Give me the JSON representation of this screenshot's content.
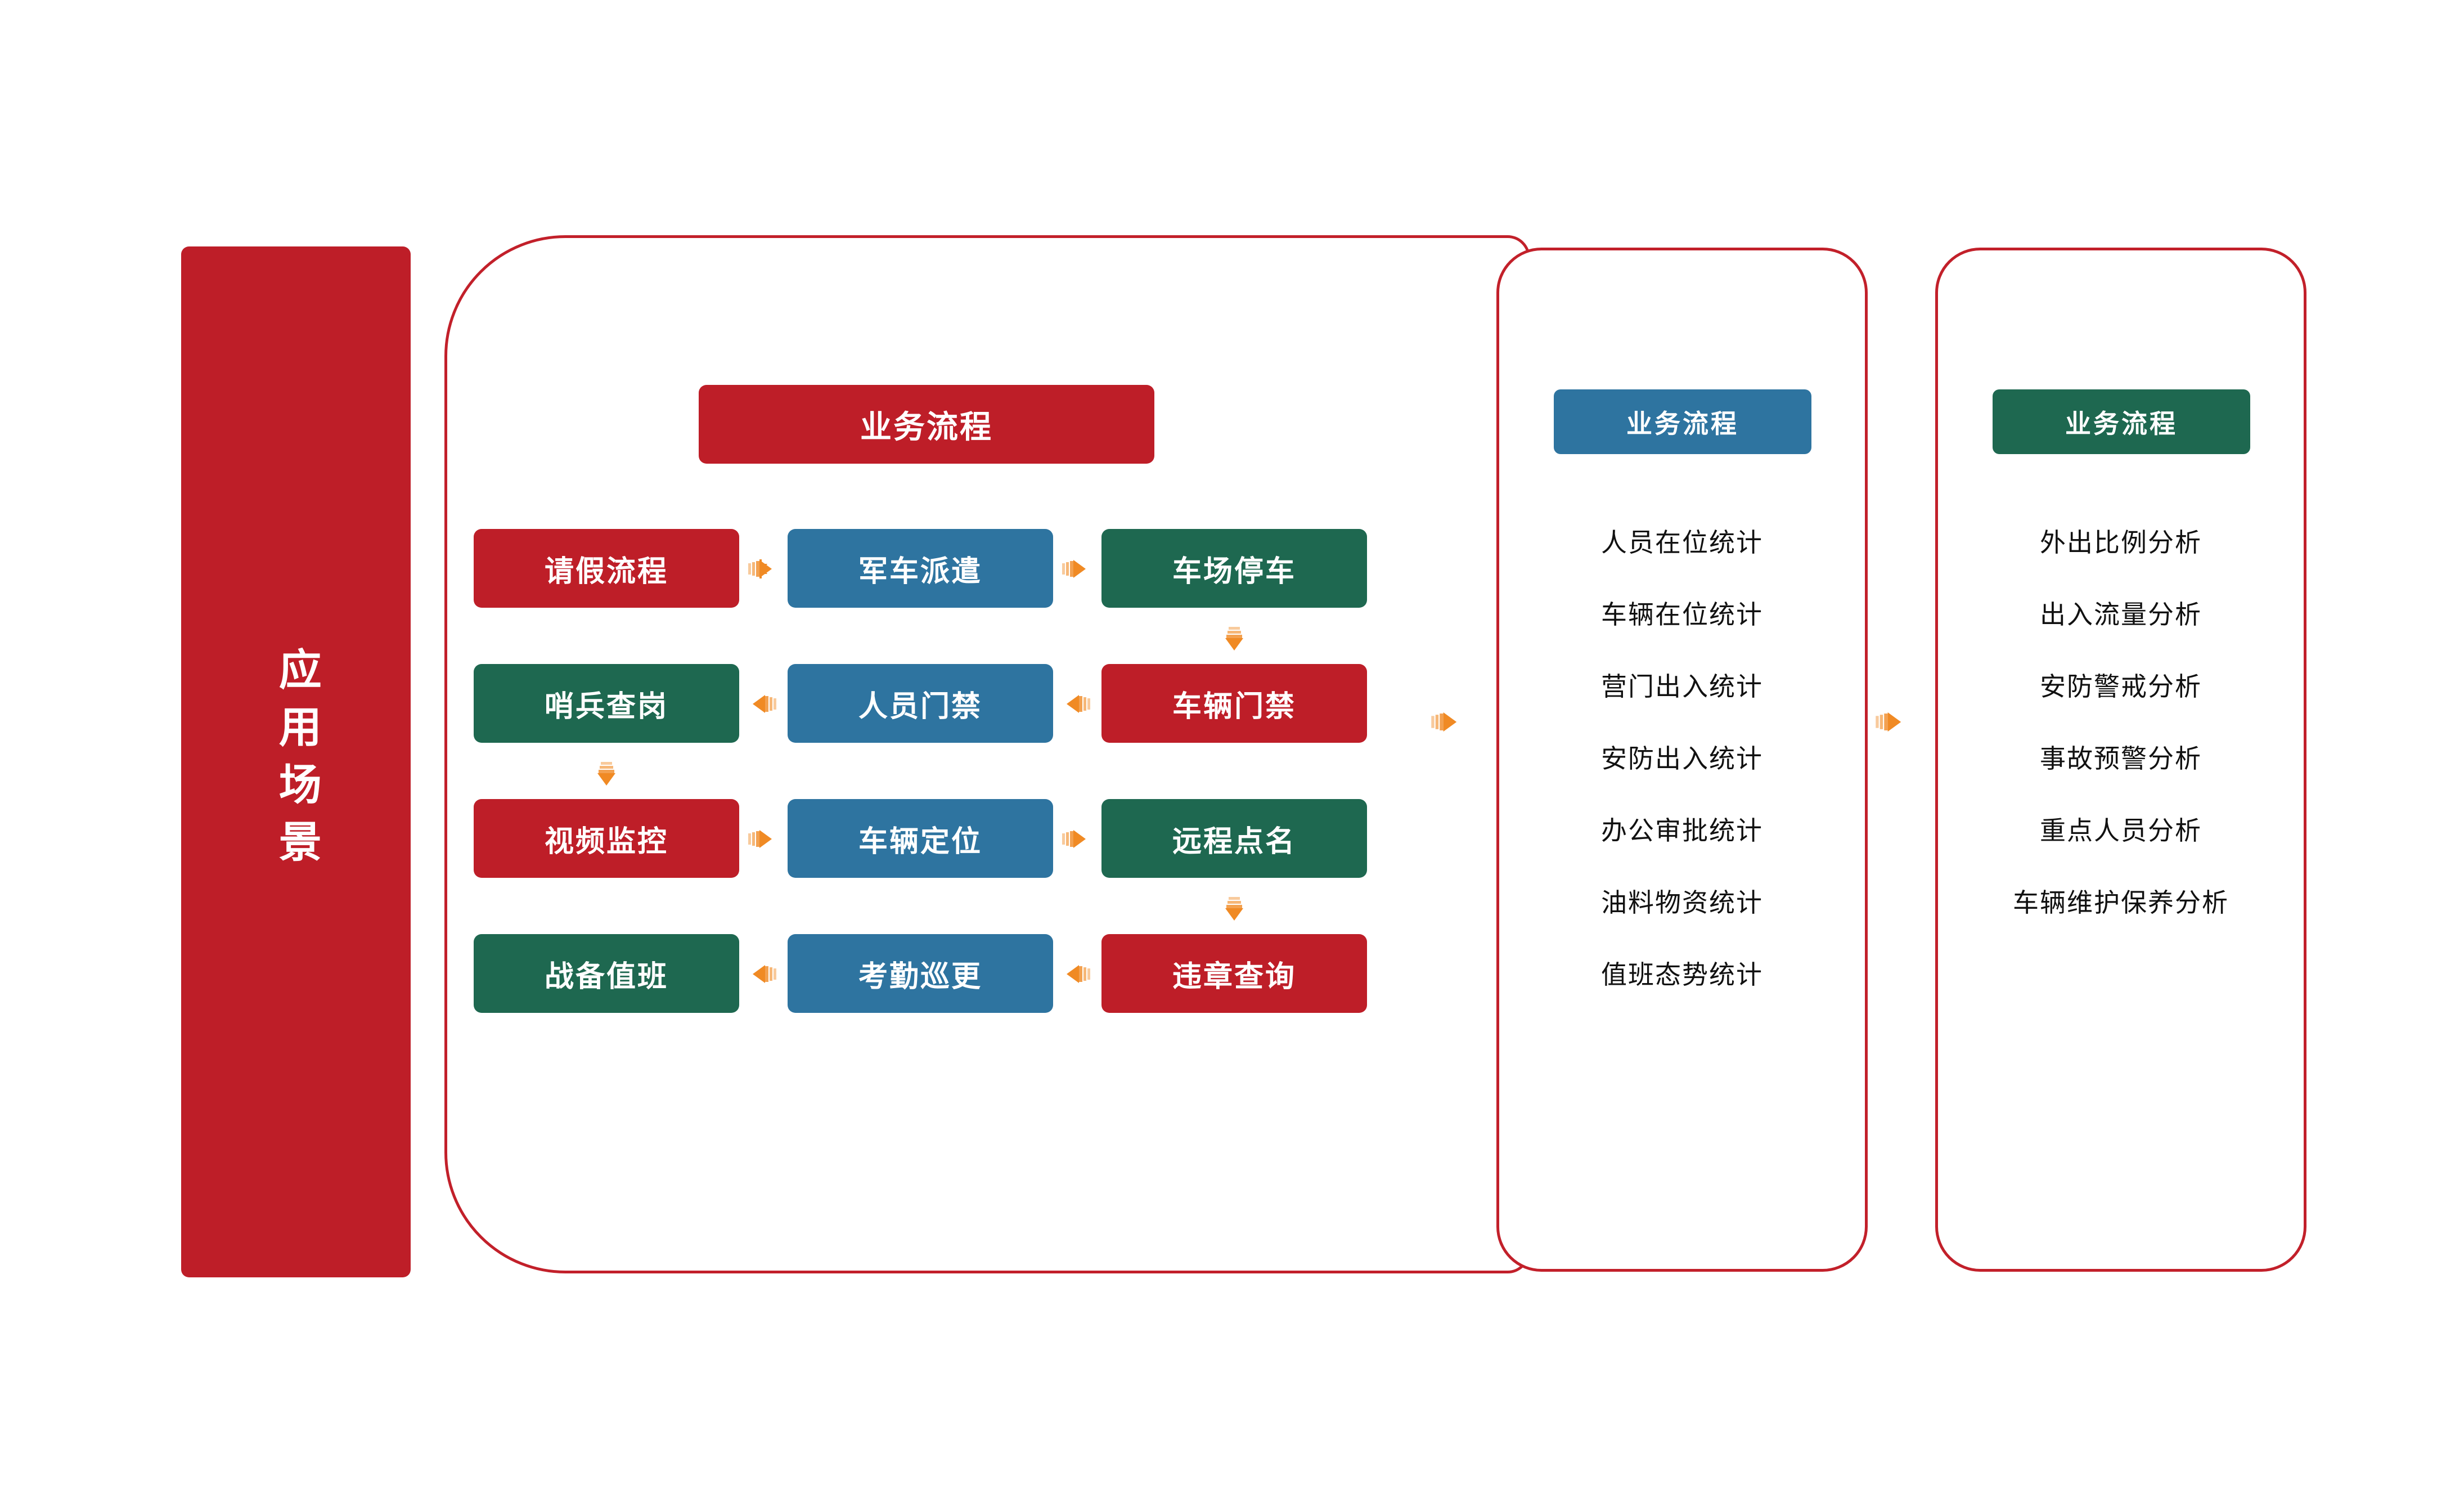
{
  "colors": {
    "red": "#BE1E28",
    "blue": "#2E74A0",
    "green": "#1E6850",
    "orange": "#F08A24",
    "border_red": "#C2202A",
    "text_dark": "#111111",
    "background": "#FFFFFF"
  },
  "banner": {
    "label": "应用场景"
  },
  "flow_panel": {
    "title": "业务流程",
    "title_color": "red",
    "rows": [
      {
        "cells": [
          {
            "label": "请假流程",
            "color": "red"
          },
          {
            "label": "军车派遣",
            "color": "blue"
          },
          {
            "label": "车场停车",
            "color": "green"
          }
        ],
        "connectors": [
          "arrow-right",
          "arrow-right"
        ]
      },
      {
        "cells": [
          {
            "label": "哨兵查岗",
            "color": "green"
          },
          {
            "label": "人员门禁",
            "color": "blue"
          },
          {
            "label": "车辆门禁",
            "color": "red"
          }
        ],
        "connectors": [
          "arrow-left",
          "arrow-left"
        ]
      },
      {
        "cells": [
          {
            "label": "视频监控",
            "color": "red"
          },
          {
            "label": "车辆定位",
            "color": "blue"
          },
          {
            "label": "远程点名",
            "color": "green"
          }
        ],
        "connectors": [
          "arrow-right",
          "arrow-right"
        ]
      },
      {
        "cells": [
          {
            "label": "战备值班",
            "color": "green"
          },
          {
            "label": "考勤巡更",
            "color": "blue"
          },
          {
            "label": "违章查询",
            "color": "red"
          }
        ],
        "connectors": [
          "arrow-left",
          "arrow-left"
        ]
      }
    ],
    "vertical_connectors": [
      {
        "name": "arrow-down-row1-to-row2",
        "from": "车场停车",
        "to": "车辆门禁"
      },
      {
        "name": "arrow-down-row2-to-row3",
        "from": "哨兵查岗",
        "to": "视频监控"
      },
      {
        "name": "arrow-down-row3-to-row4",
        "from": "远程点名",
        "to": "违章查询"
      }
    ]
  },
  "stats_panel": {
    "header": "业务流程",
    "header_color": "blue",
    "items": [
      "人员在位统计",
      "车辆在位统计",
      "营门出入统计",
      "安防出入统计",
      "办公审批统计",
      "油料物资统计",
      "值班态势统计"
    ]
  },
  "analysis_panel": {
    "header": "业务流程",
    "header_color": "green",
    "items": [
      "外出比例分析",
      "出入流量分析",
      "安防警戒分析",
      "事故预警分析",
      "重点人员分析",
      "车辆维护保养分析"
    ]
  },
  "stage_connectors": [
    {
      "name": "arrow-flow-to-stats",
      "direction": "right"
    },
    {
      "name": "arrow-stats-to-analysis",
      "direction": "right"
    }
  ]
}
